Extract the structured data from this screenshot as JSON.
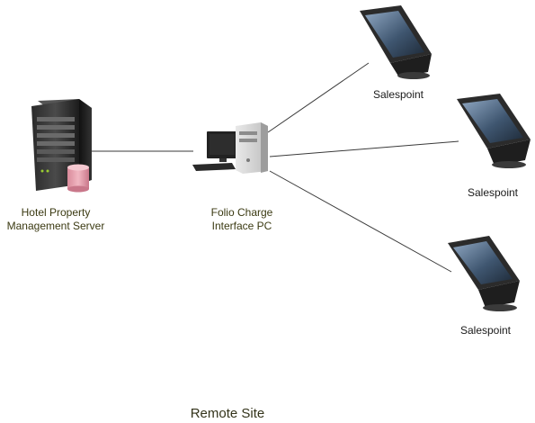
{
  "diagram": {
    "server": {
      "label_line1": "Hotel Property",
      "label_line2": "Management Server"
    },
    "interface_pc": {
      "label_line1": "Folio Charge",
      "label_line2": "Interface PC"
    },
    "salespoints": [
      {
        "label": "Salespoint"
      },
      {
        "label": "Salespoint"
      },
      {
        "label": "Salespoint"
      }
    ],
    "site_label": "Remote Site"
  }
}
